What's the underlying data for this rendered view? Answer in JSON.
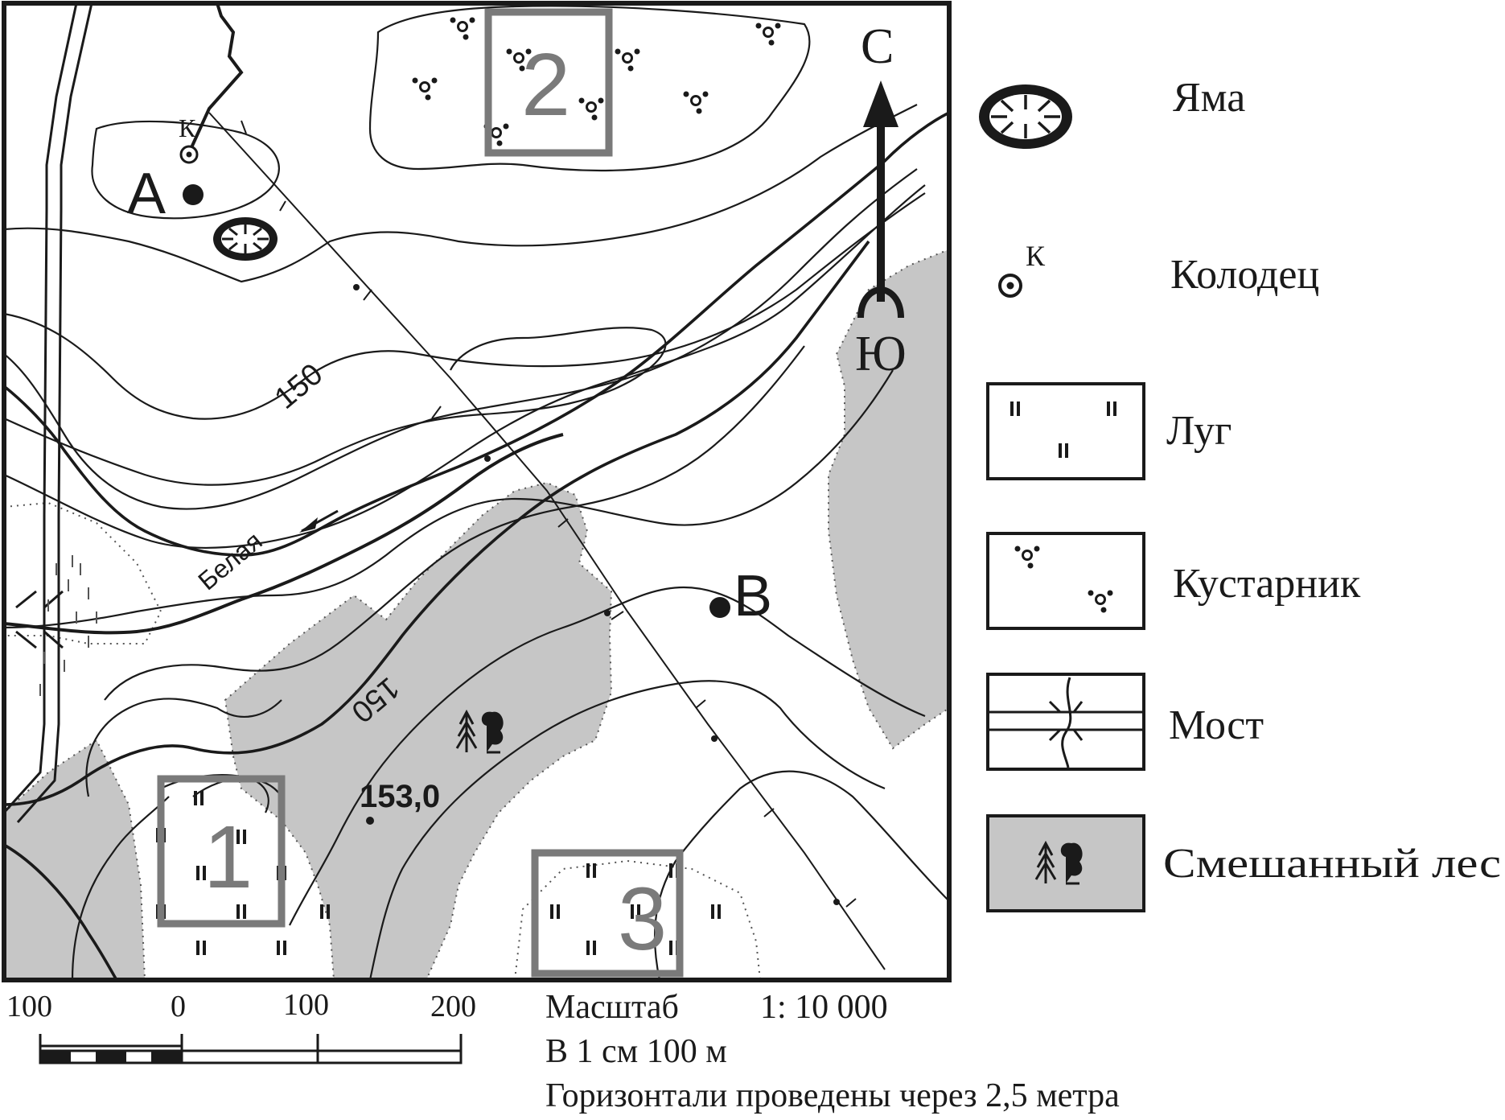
{
  "map": {
    "points": {
      "a": "A",
      "b": "B"
    },
    "well_label": "К",
    "contour_labels": [
      "150",
      "150"
    ],
    "river_name": "Белая",
    "spot_height": "153,0",
    "areas": [
      "1",
      "2",
      "3"
    ],
    "north": "С",
    "south": "Ю"
  },
  "legend": [
    {
      "icon": "pit-icon",
      "label": "Яма"
    },
    {
      "icon": "well-icon",
      "label": "Колодец",
      "mark": "К"
    },
    {
      "icon": "meadow-icon",
      "label": "Луг"
    },
    {
      "icon": "shrub-icon",
      "label": "Кустарник"
    },
    {
      "icon": "bridge-icon",
      "label": "Мост"
    },
    {
      "icon": "mixed-forest-icon",
      "label": "Смешанный лес"
    }
  ],
  "scale_bar": {
    "ticks": [
      "100",
      "0",
      "100",
      "200"
    ],
    "title": "Масштаб",
    "ratio": "1: 10 000",
    "per_cm": "В 1 см 100 м",
    "contour_interval": "Горизонтали проведены через 2,5 метра"
  },
  "colors": {
    "forest": "#c6c6c6",
    "ink": "#1a1a1a",
    "area_frame": "#7a7a7a"
  }
}
